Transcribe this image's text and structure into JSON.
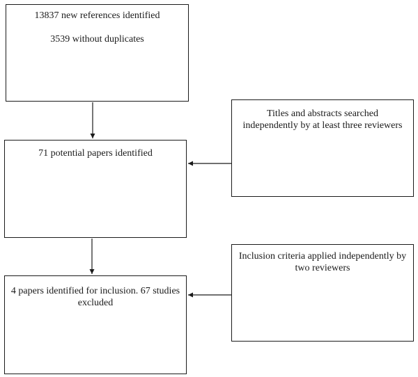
{
  "boxes": {
    "references": {
      "line1": "13837 new references identified",
      "line2": "3539 without duplicates"
    },
    "potential": {
      "line1": "71 potential papers identified"
    },
    "inclusion": {
      "line1": "4 papers identified for inclusion. 67 studies",
      "line2": "excluded"
    },
    "titles": {
      "line1": "Titles and abstracts searched",
      "line2": "independently by at least three reviewers"
    },
    "criteria": {
      "line1": "Inclusion criteria applied independently by",
      "line2": "two reviewers"
    }
  }
}
